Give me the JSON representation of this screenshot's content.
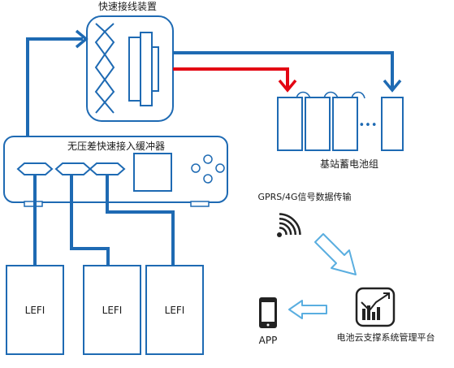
{
  "labels": {
    "connector": "快速接线装置",
    "buffer": "无压差快速接入缓冲器",
    "battery_group": "基站蓄电池组",
    "transmission": "GPRS/4G信号数据传输",
    "platform": "电池云支撑系统管理平台",
    "app": "APP",
    "battery_ellipsis": "•••"
  },
  "lefi_units": [
    {
      "label": "LEFI"
    },
    {
      "label": "LEFI"
    },
    {
      "label": "LEFI"
    }
  ],
  "colors": {
    "primary_blue": "#1e6ab3",
    "red": "#e30613",
    "light_blue": "#5aaee0",
    "dark": "#222222"
  },
  "icons": {
    "signal": "wireless-signal-icon",
    "arrow": "outline-arrow-icon",
    "platform": "chart-analytics-icon",
    "app": "smartphone-icon"
  }
}
